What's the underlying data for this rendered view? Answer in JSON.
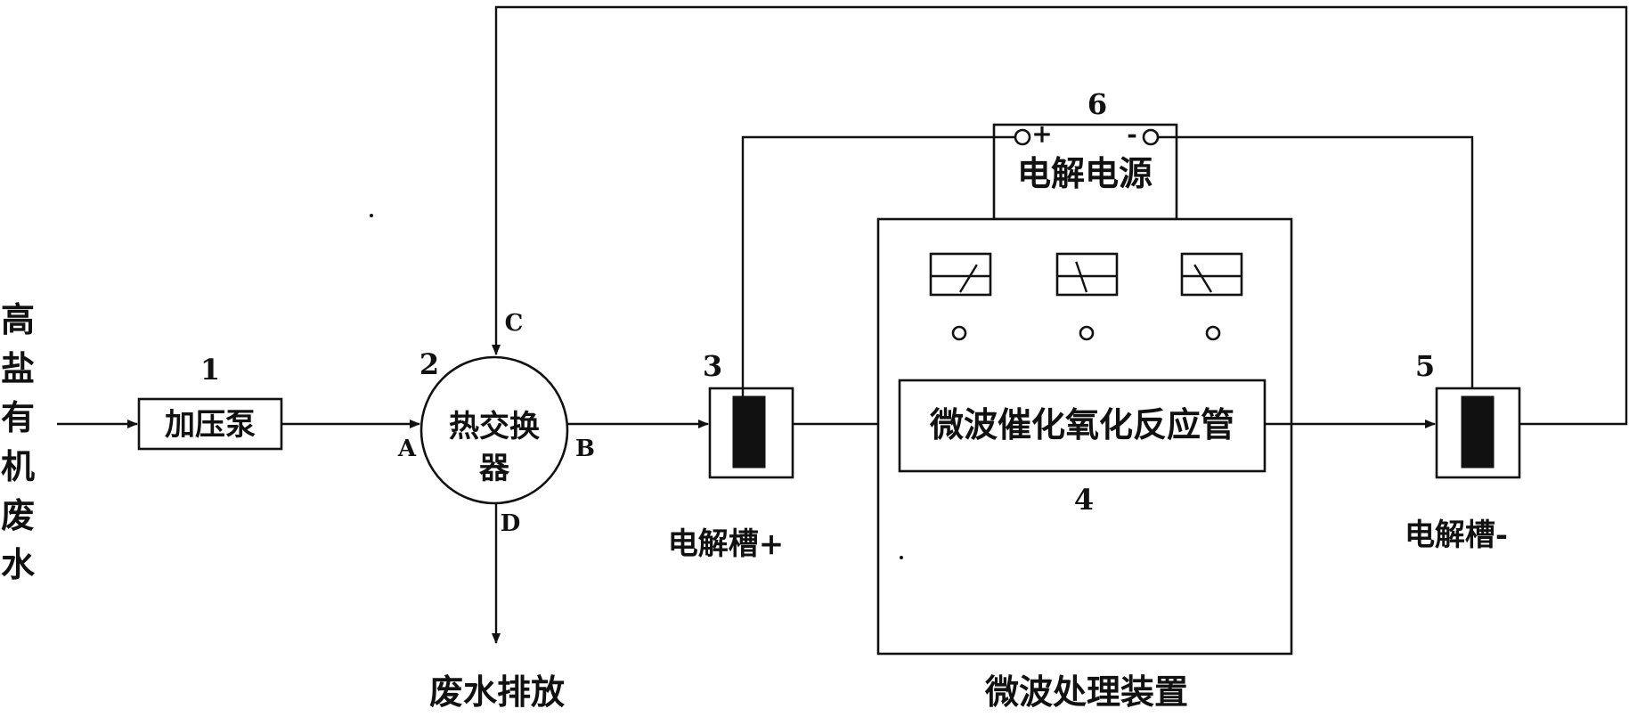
{
  "input": {
    "label": "高盐有机废水",
    "chars": [
      "高",
      "盐",
      "有",
      "机",
      "废",
      "水"
    ]
  },
  "components": {
    "pump": {
      "number": "1",
      "label": "加压泵"
    },
    "heat_exchanger": {
      "number": "2",
      "label_line1": "热交换",
      "label_line2": "器",
      "ports": {
        "a": "A",
        "b": "B",
        "c": "C",
        "d": "D"
      }
    },
    "electrolytic_cell_positive": {
      "number": "3",
      "label": "电解槽+"
    },
    "microwave_reactor_tube": {
      "number": "4",
      "label": "微波催化氧化反应管"
    },
    "electrolytic_cell_negative": {
      "number": "5",
      "label": "电解槽-"
    },
    "power_supply": {
      "number": "6",
      "label": "电解电源",
      "positive_terminal": "+",
      "negative_terminal": "-"
    },
    "microwave_device": {
      "label": "微波处理装置"
    }
  },
  "outputs": {
    "discharge": {
      "label": "废水排放"
    }
  },
  "gauges": [
    {
      "level": 0.75
    },
    {
      "level": 0.35
    },
    {
      "level": 0.25
    }
  ]
}
